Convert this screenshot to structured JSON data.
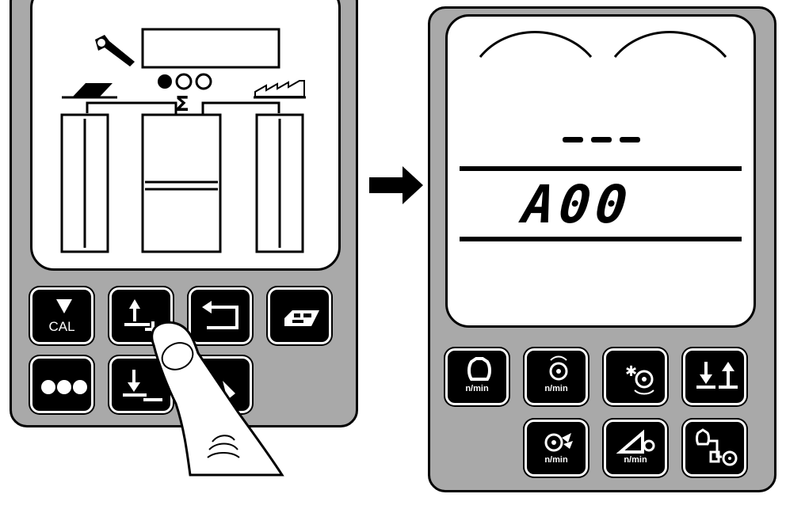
{
  "left_panel": {
    "keys": [
      {
        "name": "cal-key",
        "icon": "down-triangle-icon",
        "label": "CAL"
      },
      {
        "name": "plus-key",
        "icon": "up-arrow-plus-icon",
        "label": ""
      },
      {
        "name": "return-key",
        "icon": "return-arrow-icon",
        "label": ""
      },
      {
        "name": "card-key",
        "icon": "card-icon",
        "label": ""
      },
      {
        "name": "dots-key",
        "icon": "three-dots-icon",
        "label": ""
      },
      {
        "name": "minus-key",
        "icon": "down-arrow-minus-icon",
        "label": ""
      },
      {
        "name": "partial-key",
        "icon": "unknown-icon",
        "label": ""
      }
    ]
  },
  "right_panel": {
    "display": {
      "code": "A00",
      "dashes": "---"
    },
    "keys": [
      {
        "name": "rpm-key",
        "icon": "shaft-icon",
        "unit": "n/min"
      },
      {
        "name": "rotor-rpm-key",
        "icon": "rotor-icon",
        "unit": "n/min"
      },
      {
        "name": "gear-star-key",
        "icon": "gear-star-icon",
        "unit": ""
      },
      {
        "name": "up-down-key",
        "icon": "up-down-arrows-icon",
        "unit": ""
      },
      {
        "name": "fan-rpm-key",
        "icon": "fan-icon",
        "unit": "n/min"
      },
      {
        "name": "ground-speed-key",
        "icon": "slope-icon",
        "unit": "n/min"
      },
      {
        "name": "transmission-key",
        "icon": "transmission-icon",
        "unit": ""
      }
    ]
  },
  "colors": {
    "panel": "#a9a9a9",
    "key": "#000000",
    "lcd": "#ffffff"
  }
}
